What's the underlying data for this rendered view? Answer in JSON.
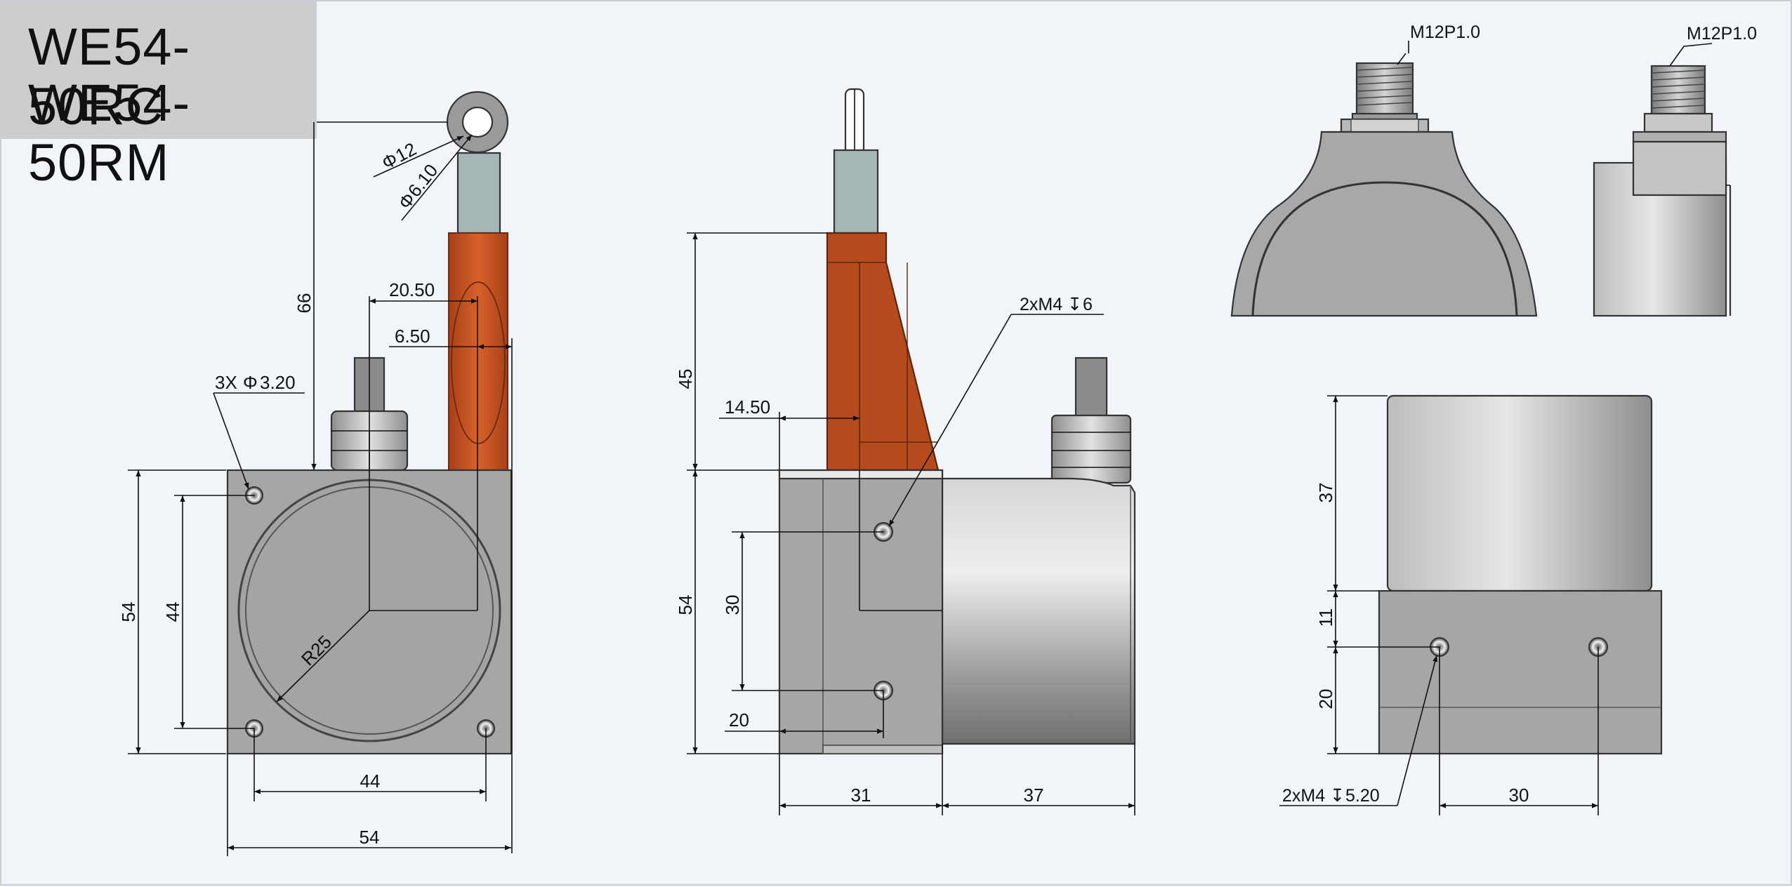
{
  "title": {
    "line1": "WE54-50RC",
    "line2": "WE54-50RM"
  },
  "colors": {
    "background": "#f1f5fa",
    "housing": "#a6a6a6",
    "orange_block": "#c9531f",
    "cable": "#a5b6b6",
    "title_box": "#cdcdcd"
  },
  "front_view": {
    "dims": {
      "eye_outer": "12",
      "eye_inner": "6.10",
      "height_66": "66",
      "offset_20_50": "20.50",
      "offset_6_50": "6.50",
      "holes": "3X",
      "hole_dia": "3.20",
      "radius": "R25",
      "height_54": "54",
      "height_44": "44",
      "width_44": "44",
      "width_54": "54"
    }
  },
  "side_view": {
    "dims": {
      "height_45": "45",
      "offset_14_50": "14.50",
      "thread": "2xM4",
      "thread_depth": "6",
      "height_54": "54",
      "height_30": "30",
      "offset_20": "20",
      "width_31": "31",
      "width_37": "37"
    }
  },
  "connector_views": {
    "thread_left": "M12P1.0",
    "thread_right": "M12P1.0"
  },
  "bottom_view": {
    "dims": {
      "height_37": "37",
      "height_11": "11",
      "height_20": "20",
      "thread": "2xM4",
      "thread_depth": "5.20",
      "width_30": "30"
    }
  }
}
